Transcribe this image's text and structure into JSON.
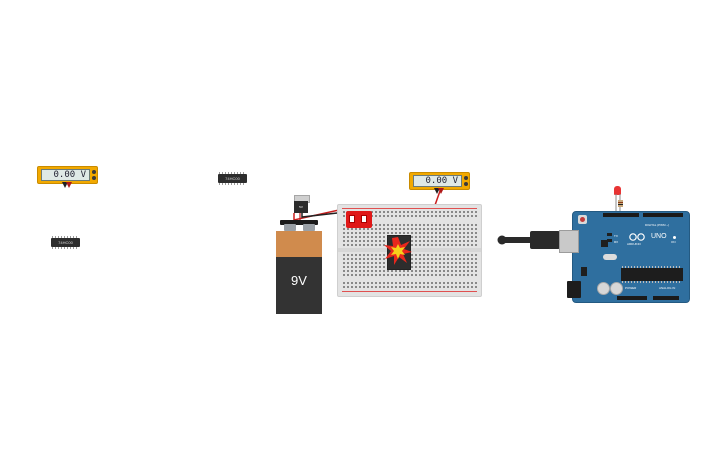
{
  "meters": [
    {
      "reading": "0.00 V"
    },
    {
      "reading": "0.00 V"
    }
  ],
  "ics": [
    {
      "label": "74HC00"
    },
    {
      "label": "74HC00"
    }
  ],
  "battery": {
    "label": "9V"
  },
  "regulator": {
    "label": "5V"
  },
  "arduino": {
    "logo_text": "ARDUINO",
    "model": "UNO",
    "digital_label": "DIGITAL (PWM ~)",
    "analog_label": "ANALOG IN",
    "power_label": "POWER",
    "on_label": "ON",
    "tx_label": "TX",
    "rx_label": "RX"
  },
  "colors": {
    "meter_body": "#f2a900",
    "battery_top": "#d08b4d",
    "battery_body": "#333333",
    "arduino_board": "#2f6f9f",
    "wire_red": "#c81e1e",
    "wire_black": "#222222",
    "rail_red": "#e05050",
    "rail_blue": "#5a7bd8",
    "explosion": "#e8271d",
    "explosion_core": "#f6d21b"
  }
}
